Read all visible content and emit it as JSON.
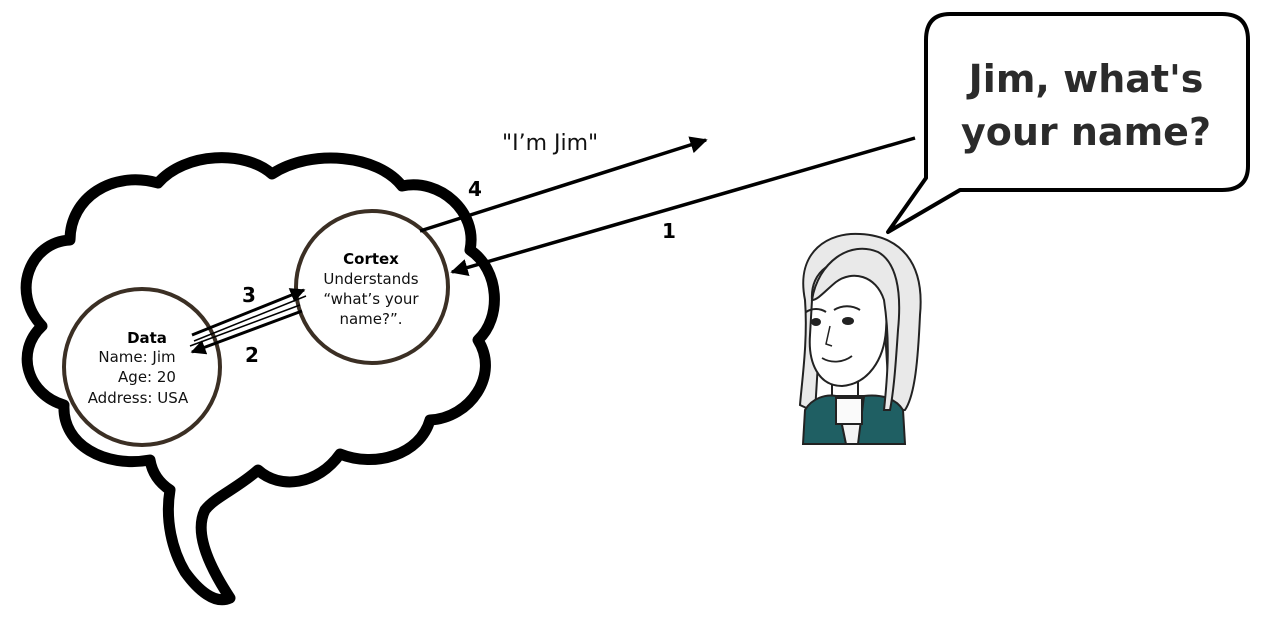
{
  "data_node": {
    "title": "Data",
    "lines": [
      "Name: Jim",
      "Age: 20",
      "Address: USA"
    ]
  },
  "cortex_node": {
    "title": "Cortex",
    "lines": [
      "Understands",
      "“what’s your",
      "name?”."
    ]
  },
  "steps": [
    "1",
    "2",
    "3",
    "4"
  ],
  "reply": "\"I’m Jim\"",
  "speech_bubble": {
    "lines": [
      "Jim, what's",
      "your name?"
    ]
  },
  "colors": {
    "outline": "#000000",
    "circle_stroke": "#3b2f24",
    "speech_text": "#2b2b2b",
    "vest": "#1f5f63"
  }
}
